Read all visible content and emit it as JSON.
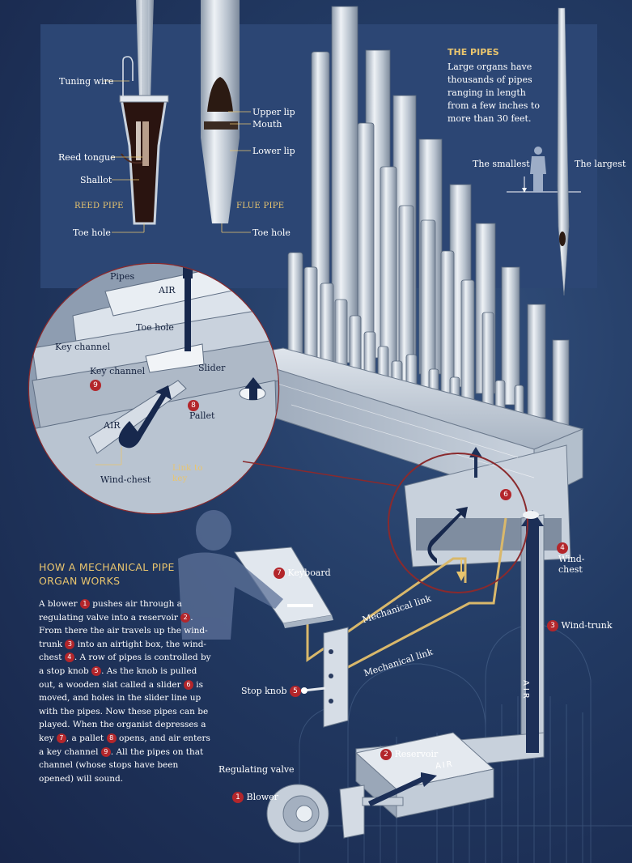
{
  "pipes_panel": {
    "title": "THE PIPES",
    "body": "Large organs have thousands of pipes ranging in length from a few inches to more than 30 feet.",
    "smallest": "The smallest",
    "largest": "The largest"
  },
  "reed_pipe": {
    "caption": "REED PIPE",
    "tuning_wire": "Tuning wire",
    "reed_tongue": "Reed tongue",
    "shallot": "Shallot",
    "toe_hole": "Toe hole"
  },
  "flue_pipe": {
    "caption": "FLUE PIPE",
    "upper_lip": "Upper lip",
    "mouth": "Mouth",
    "lower_lip": "Lower lip",
    "toe_hole": "Toe hole"
  },
  "detail": {
    "pipes": "Pipes",
    "air_top": "AIR",
    "toe_hole": "Toe hole",
    "key_channel_a": "Key channel",
    "key_channel_b": "Key channel",
    "slider": "Slider",
    "pallet": "Pallet",
    "air_left": "AIR",
    "wind_chest": "Wind-chest",
    "link_to_key": "Link to key"
  },
  "labels": {
    "keyboard": "Keyboard",
    "wind_chest": "Wind-chest",
    "wind_trunk": "Wind-trunk",
    "mechanical_link_1": "Mechanical link",
    "mechanical_link_2": "Mechanical link",
    "stop_knob": "Stop knob",
    "reservoir": "Reservoir",
    "regulating_valve": "Regulating valve",
    "blower": "Blower",
    "air_trunk": "AIR",
    "air_channel": "AIR"
  },
  "badges": {
    "blower": "1",
    "reservoir": "2",
    "wind_trunk": "3",
    "wind_chest": "4",
    "stop_knob": "5",
    "slider": "6",
    "keyboard": "7",
    "pallet": "8",
    "key_channel": "9"
  },
  "explainer": {
    "title": "HOW A MECHANICAL PIPE ORGAN WORKS",
    "s1": "A blower ",
    "s2": " pushes air through a regulating valve into a reservoir ",
    "s3": ". From there the air travels up the wind-trunk ",
    "s4": " into an airtight box, the wind-chest ",
    "s5": ". A row of pipes is controlled by a stop knob ",
    "s6": ". As the knob is pulled out, a wooden slat called a slider ",
    "s7": " is moved, and holes in the slider line up with the pipes. Now these pipes can be played. When the organist depresses a key ",
    "s8": ", a pallet ",
    "s9": " opens, and air enters a key channel ",
    "s10": ". All the pipes on that channel (whose stops have been opened) will sound."
  },
  "colors": {
    "background": "#1b2a4e",
    "panel": "#2c4674",
    "accent_gold": "#e9c56e",
    "badge_red": "#b3262b",
    "metal": "#c9d2dd"
  }
}
